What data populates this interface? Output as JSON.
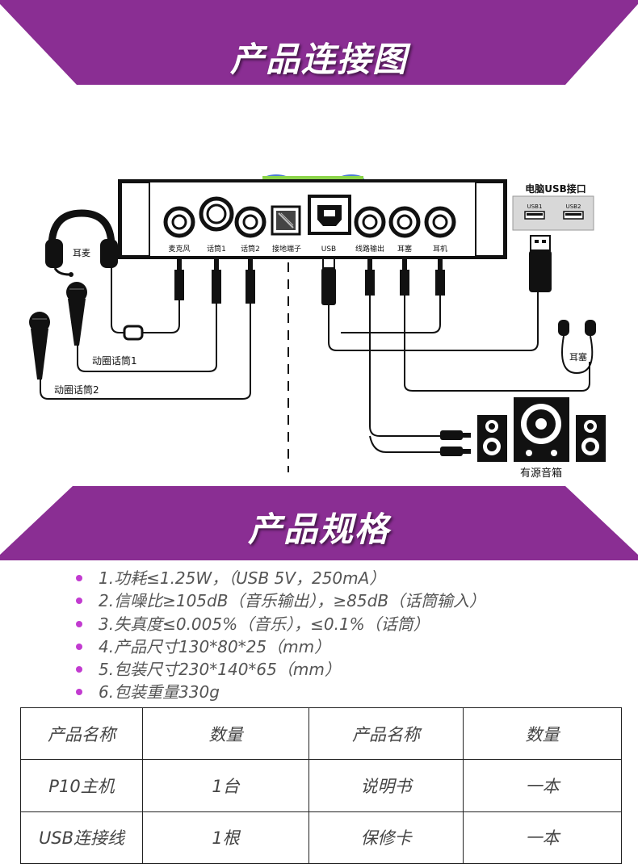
{
  "colors": {
    "banner": "#8a2e93",
    "banner_dark": "#6f2277",
    "bullet": "#c23bd0",
    "line": "#222222"
  },
  "header": {
    "title": "产品连接图"
  },
  "diagram": {
    "ports": [
      "麦克风",
      "话筒1",
      "话筒2",
      "接地端子",
      "USB",
      "线路输出",
      "耳塞",
      "耳机"
    ],
    "pc_usb": {
      "title": "电脑USB接口",
      "port1": "USB1",
      "port2": "USB2"
    },
    "headset_label": "耳麦",
    "mic1_label": "动圈话筒1",
    "mic2_label": "动圈话筒2",
    "earbud_label": "耳塞",
    "speaker_label": "有源音箱"
  },
  "specs_header": {
    "title": "产品规格"
  },
  "specs": [
    "1.功耗≤1.25W，（USB 5V，250mA）",
    "2.信噪比≥105dB（音乐输出），≥85dB（话筒输入）",
    "3.失真度≤0.005%（音乐），≤0.1%（话筒）",
    "4.产品尺寸130*80*25（mm）",
    "5.包装尺寸230*140*65（mm）",
    "6.包装重量330g"
  ],
  "table": {
    "rows": [
      [
        "产品名称",
        "数量",
        "产品名称",
        "数量"
      ],
      [
        "P10主机",
        "1台",
        "说明书",
        "一本"
      ],
      [
        "USB连接线",
        "1根",
        "保修卡",
        "一本"
      ]
    ]
  }
}
